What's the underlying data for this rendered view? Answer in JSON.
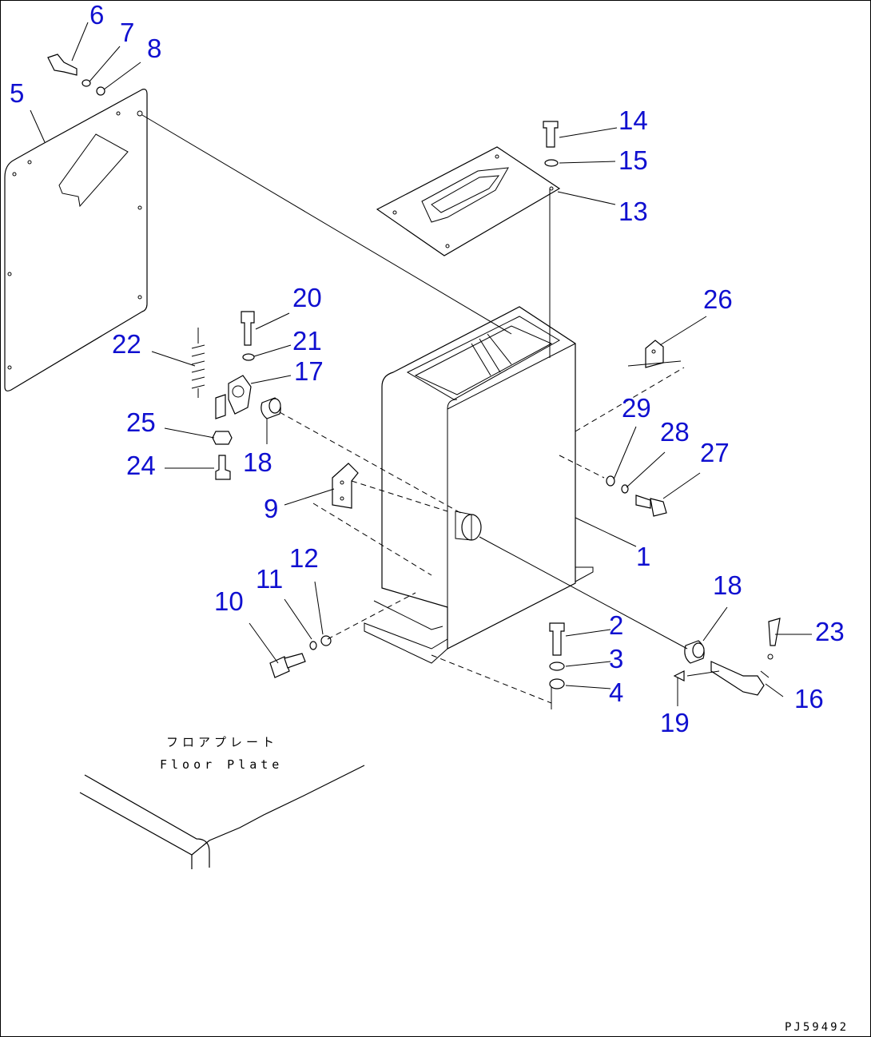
{
  "diagram": {
    "callouts": [
      {
        "id": "c1",
        "text": "1"
      },
      {
        "id": "c2",
        "text": "2"
      },
      {
        "id": "c3",
        "text": "3"
      },
      {
        "id": "c4",
        "text": "4"
      },
      {
        "id": "c5",
        "text": "5"
      },
      {
        "id": "c6",
        "text": "6"
      },
      {
        "id": "c7",
        "text": "7"
      },
      {
        "id": "c8",
        "text": "8"
      },
      {
        "id": "c9",
        "text": "9"
      },
      {
        "id": "c10",
        "text": "10"
      },
      {
        "id": "c11",
        "text": "11"
      },
      {
        "id": "c12",
        "text": "12"
      },
      {
        "id": "c13",
        "text": "13"
      },
      {
        "id": "c14",
        "text": "14"
      },
      {
        "id": "c15",
        "text": "15"
      },
      {
        "id": "c16",
        "text": "16"
      },
      {
        "id": "c17",
        "text": "17"
      },
      {
        "id": "c18a",
        "text": "18"
      },
      {
        "id": "c18b",
        "text": "18"
      },
      {
        "id": "c19",
        "text": "19"
      },
      {
        "id": "c20",
        "text": "20"
      },
      {
        "id": "c21",
        "text": "21"
      },
      {
        "id": "c22",
        "text": "22"
      },
      {
        "id": "c23",
        "text": "23"
      },
      {
        "id": "c24",
        "text": "24"
      },
      {
        "id": "c25",
        "text": "25"
      },
      {
        "id": "c26",
        "text": "26"
      },
      {
        "id": "c27",
        "text": "27"
      },
      {
        "id": "c28",
        "text": "28"
      },
      {
        "id": "c29",
        "text": "29"
      }
    ],
    "floor_plate_jp": "フロアプレート",
    "floor_plate_en": "Floor Plate",
    "drawing_code": "PJ59492"
  },
  "colors": {
    "callout": "#1010d0",
    "line": "#000000",
    "background": "#ffffff"
  }
}
